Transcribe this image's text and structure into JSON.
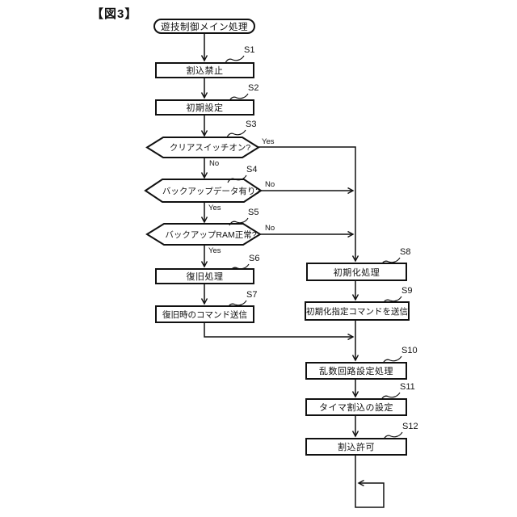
{
  "figure_label": "【図3】",
  "flowchart": {
    "start": {
      "label": "遊技制御メイン処理"
    },
    "steps": {
      "s1": {
        "tag": "S1",
        "label": "割込禁止"
      },
      "s2": {
        "tag": "S2",
        "label": "初期設定"
      },
      "s3": {
        "tag": "S3",
        "label": "クリアスイッチオン?",
        "yes": "Yes",
        "no": "No"
      },
      "s4": {
        "tag": "S4",
        "label": "バックアップデータ有り?",
        "yes": "Yes",
        "no": "No"
      },
      "s5": {
        "tag": "S5",
        "label": "バックアップRAM正常?",
        "yes": "Yes",
        "no": "No"
      },
      "s6": {
        "tag": "S6",
        "label": "復旧処理"
      },
      "s7": {
        "tag": "S7",
        "label": "復旧時のコマンド送信"
      },
      "s8": {
        "tag": "S8",
        "label": "初期化処理"
      },
      "s9": {
        "tag": "S9",
        "label": "初期化指定コマンドを送信"
      },
      "s10": {
        "tag": "S10",
        "label": "乱数回路設定処理"
      },
      "s11": {
        "tag": "S11",
        "label": "タイマ割込の設定"
      },
      "s12": {
        "tag": "S12",
        "label": "割込許可"
      }
    }
  },
  "colors": {
    "line": "#111111",
    "background": "#ffffff"
  }
}
